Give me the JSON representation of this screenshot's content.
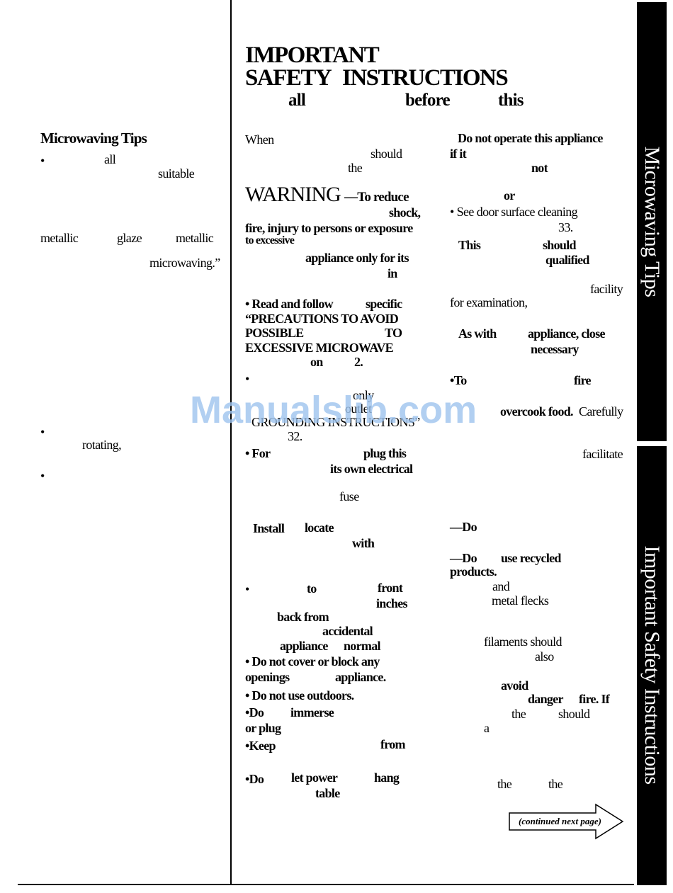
{
  "header": {
    "line1": "IMPORTANT",
    "line2_a": "SAFETY",
    "line2_b": "INSTRUCTIONS",
    "line3_a": "all",
    "line3_b": "before",
    "line3_c": "this"
  },
  "left": {
    "heading": "Microwaving Tips",
    "bullets": [
      "•",
      "•",
      "•"
    ],
    "frag_all": "all",
    "frag_suitable": "suitable",
    "frag_metallic1": "metallic",
    "frag_glaze": "glaze",
    "frag_metallic2": "metallic",
    "frag_microwaving": "microwaving.”",
    "frag_rotating": "rotating,"
  },
  "mid": {
    "when": "When",
    "should": "should",
    "the": "the",
    "warning": "WARNING",
    "warning_rest": "—To reduce",
    "shock": "shock,",
    "fire_injury": "fire, injury to persons or exposure",
    "to_excessive": "to excessive",
    "appliance_only": "appliance only for its",
    "in": "in",
    "read_follow": "• Read and follow",
    "specific": "specific",
    "precautions": "“PRECAUTIONS TO AVOID",
    "possible": "POSSIBLE",
    "to": "TO",
    "excessive_mw": "EXCESSIVE MICROWAVE",
    "on": "on",
    "two": "2.",
    "bullet": "•",
    "only": "only",
    "outlet": "outlet",
    "grounding": "GROUNDING INSTRUCTIONS”",
    "thirty_two": "32.",
    "for": "• For",
    "plug_this": "plug this",
    "its_own": "its own electrical",
    "fuse": "fuse",
    "install": "Install",
    "locate": "locate",
    "with": "with",
    "to2": "to",
    "front": "front",
    "inches": "inches",
    "back_from": "back from",
    "accidental": "accidental",
    "appliance": "appliance",
    "normal": "normal",
    "do_not_cover": "• Do  not cover or block any",
    "openings": "openings",
    "appliance2": "appliance.",
    "outdoors": "• Do not use outdoors.",
    "do_immerse": "•Do",
    "immerse": "immerse",
    "or_plug": "or plug",
    "keep": "•Keep",
    "from": "from",
    "do_let": "•Do",
    "let_power": "let power",
    "hang": "hang",
    "table": "table"
  },
  "right": {
    "do_not_operate": "Do not operate this appliance",
    "if_it": "if it",
    "not": "not",
    "or": "or",
    "see_door": "• See door  surface cleaning",
    "thirty_three": "33.",
    "this": "This",
    "should": "should",
    "qualified": "qualified",
    "facility": "facility",
    "for_exam": "for examination,",
    "as_with": "As with",
    "appliance_close": "appliance, close",
    "necessary": "necessary",
    "to_fire": "•To",
    "fire": "fire",
    "overcook": "overcook food.",
    "carefully": "Carefully",
    "facilitate": "facilitate",
    "dash_do": "—Do",
    "dash_do2": "—Do",
    "use_recycled": "use recycled",
    "products": "products.",
    "and": "and",
    "metal_flecks": "metal flecks",
    "filaments": "filaments should",
    "also": "also",
    "avoid": "avoid",
    "danger": "danger",
    "fire_if": "fire. If",
    "the": "the",
    "should2": "should",
    "a": "a",
    "the2": "the",
    "the3": "the",
    "continued": "(continued next page)"
  },
  "tabs": {
    "upper": "Microwaving Tips",
    "lower": "Important Safety Instructions"
  },
  "watermark": "Manualslib.com"
}
